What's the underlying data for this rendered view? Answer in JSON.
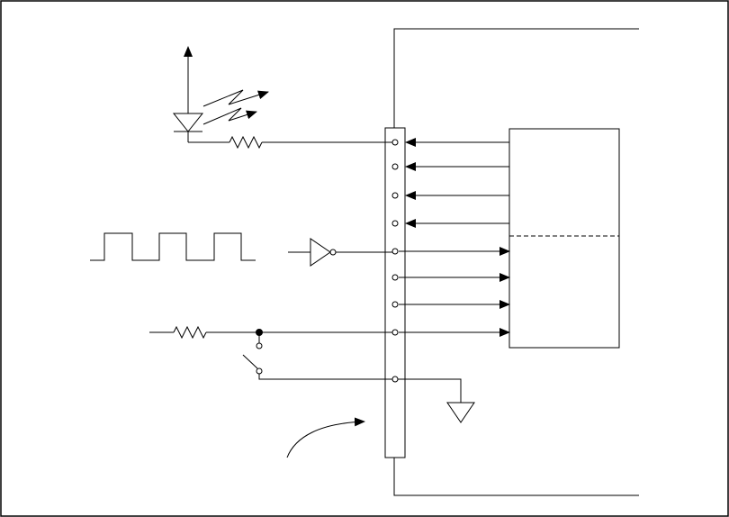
{
  "diagram": {
    "stroke_color": "#000000",
    "background_color": "#ffffff",
    "components": [
      "led",
      "optical-emission-arrows",
      "resistor",
      "square-wave-signal",
      "inverter-buffer",
      "switch",
      "ground",
      "connector-strip",
      "digital-io-block",
      "device-enclosure",
      "callout-arrow"
    ],
    "io_block": {
      "input_lines": 4,
      "output_lines": 4
    },
    "connector_pins": 9
  }
}
